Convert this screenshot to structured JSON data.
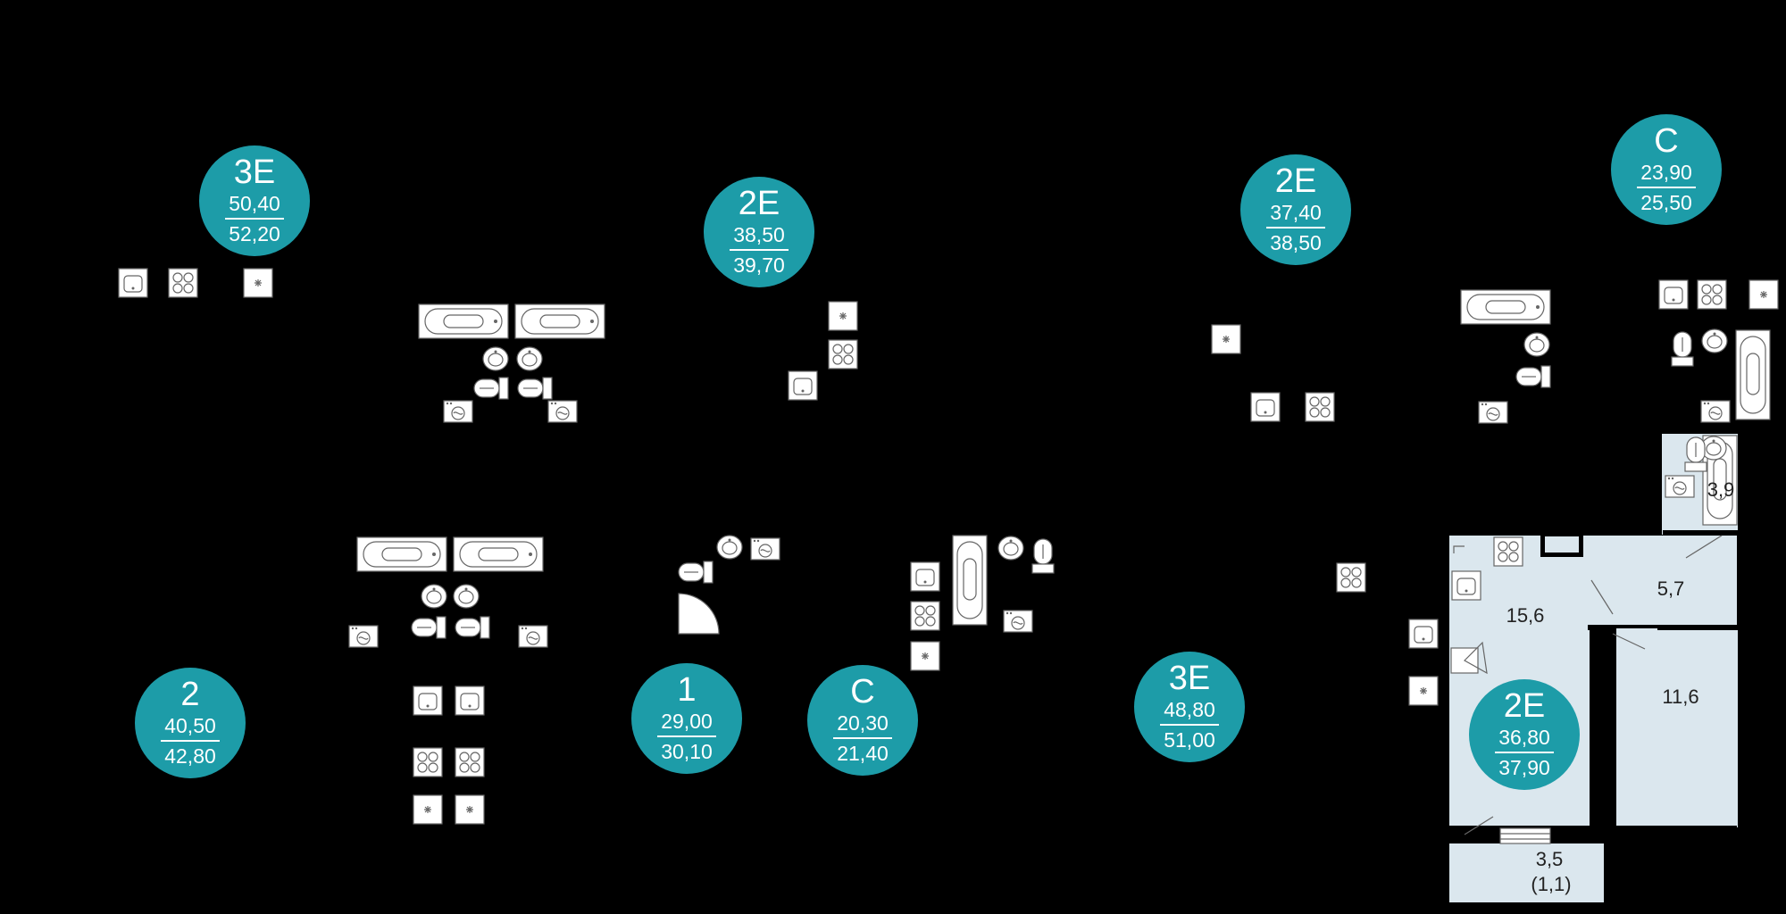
{
  "colors": {
    "accent": "#1d9ca8",
    "badge_text": "#ffffff",
    "room_fill": "#dbe7ee",
    "background": "#000000"
  },
  "units": [
    {
      "type": "3E",
      "area_living": "50,40",
      "area_total": "52,20"
    },
    {
      "type": "2E",
      "area_living": "38,50",
      "area_total": "39,70"
    },
    {
      "type": "2E",
      "area_living": "37,40",
      "area_total": "38,50"
    },
    {
      "type": "C",
      "area_living": "23,90",
      "area_total": "25,50"
    },
    {
      "type": "2",
      "area_living": "40,50",
      "area_total": "42,80"
    },
    {
      "type": "1",
      "area_living": "29,00",
      "area_total": "30,10"
    },
    {
      "type": "C",
      "area_living": "20,30",
      "area_total": "21,40"
    },
    {
      "type": "3E",
      "area_living": "48,80",
      "area_total": "51,00"
    },
    {
      "type": "2E",
      "area_living": "36,80",
      "area_total": "37,90"
    }
  ],
  "highlighted_apartment": {
    "rooms": [
      {
        "area": "3,9"
      },
      {
        "area": "5,7"
      },
      {
        "area": "15,6"
      },
      {
        "area": "11,6"
      },
      {
        "area": "3,5"
      }
    ],
    "balcony_note": "(1,1)"
  },
  "fixture_icons": [
    "bathtub-icon",
    "sink-icon",
    "toilet-icon",
    "washing-machine-icon",
    "stove-icon",
    "ventilation-icon",
    "shower-tray-icon"
  ]
}
